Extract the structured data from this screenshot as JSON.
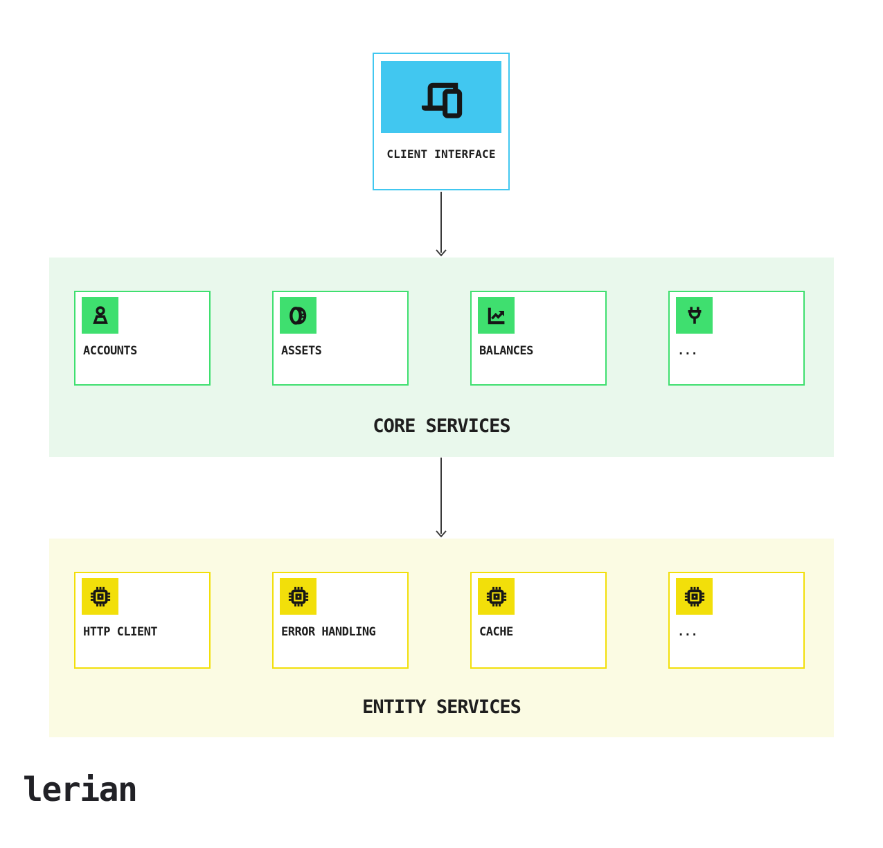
{
  "client": {
    "label": "CLIENT INTERFACE",
    "icon": "devices-icon",
    "accent": "#41c7f0"
  },
  "core_section": {
    "title": "CORE SERVICES",
    "background": "#e9f8ec",
    "accent": "#3fdf6f",
    "items": [
      {
        "label": "ACCOUNTS",
        "icon": "person-icon"
      },
      {
        "label": "ASSETS",
        "icon": "coin-icon"
      },
      {
        "label": "BALANCES",
        "icon": "chart-up-icon"
      },
      {
        "label": "...",
        "icon": "plug-icon"
      }
    ]
  },
  "entity_section": {
    "title": "ENTITY SERVICES",
    "background": "#fbfbe3",
    "accent": "#f2df0a",
    "items": [
      {
        "label": "HTTP CLIENT",
        "icon": "chip-icon"
      },
      {
        "label": "ERROR HANDLING",
        "icon": "chip-icon"
      },
      {
        "label": "CACHE",
        "icon": "chip-icon"
      },
      {
        "label": "...",
        "icon": "chip-icon"
      }
    ]
  },
  "logo": {
    "text": "lerian"
  },
  "colors": {
    "text": "#1e1e1e",
    "arrow": "#3a3a3a",
    "cyan": "#41c7f0",
    "green": "#3fdf6f",
    "green_bg": "#e9f8ec",
    "yellow": "#f2df0a",
    "yellow_bg": "#fbfbe3"
  }
}
